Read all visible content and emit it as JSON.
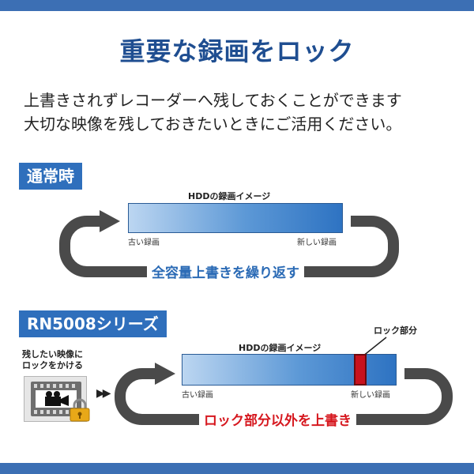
{
  "colors": {
    "brand_blue": "#3c6fb4",
    "title_blue": "#1f4e91",
    "label_blue": "#2f6fbc",
    "loop_gray": "#4a4a4a",
    "overwrite_text_blue": "#2a6ab5",
    "lock_red": "#c8121e",
    "lock_text_red": "#d6181f"
  },
  "title": "重要な録画をロック",
  "description": [
    "上書きされずレコーダーへ残しておくことができます",
    "大切な映像を残しておきたいときにご活用ください。"
  ],
  "normal": {
    "label": "通常時",
    "bar_caption": "HDDの録画イメージ",
    "old_label": "古い録画",
    "new_label": "新しい録画",
    "loop_text": "全容量上書きを繰り返す"
  },
  "series": {
    "label": "RN5008シリーズ",
    "bar_caption": "HDDの録画イメージ",
    "old_label": "古い録画",
    "new_label": "新しい録画",
    "lock_part_label": "ロック部分",
    "loop_text": "ロック部分以外を上書き",
    "lock_note": [
      "残したい映像に",
      "ロックをかける"
    ],
    "icons": [
      "film-icon",
      "video-camera-icon",
      "padlock-icon",
      "play-arrows-icon"
    ]
  }
}
